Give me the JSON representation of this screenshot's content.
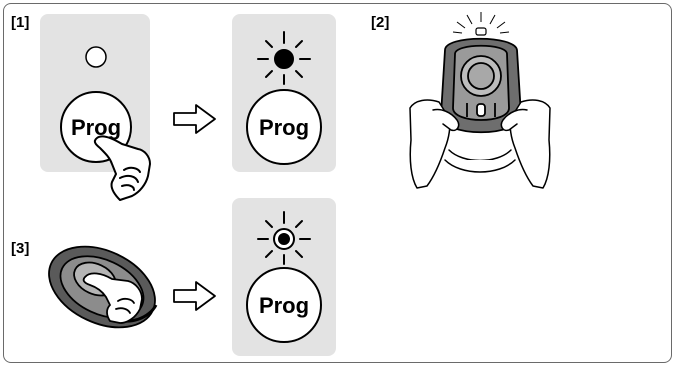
{
  "steps": [
    {
      "label": "[1]",
      "button_text": "Prog",
      "button_text_after": "Prog"
    },
    {
      "label": "[2]"
    },
    {
      "label": "[3]",
      "button_text_after": "Prog"
    }
  ],
  "colors": {
    "panel": "#e3e3e3",
    "stroke": "#000000",
    "border": "#6a6a6a"
  },
  "icons": [
    "led-off-icon",
    "led-blinking-icon",
    "led-steady-icon",
    "pointing-hand-icon",
    "arrow-right-icon",
    "remote-control-icon"
  ]
}
